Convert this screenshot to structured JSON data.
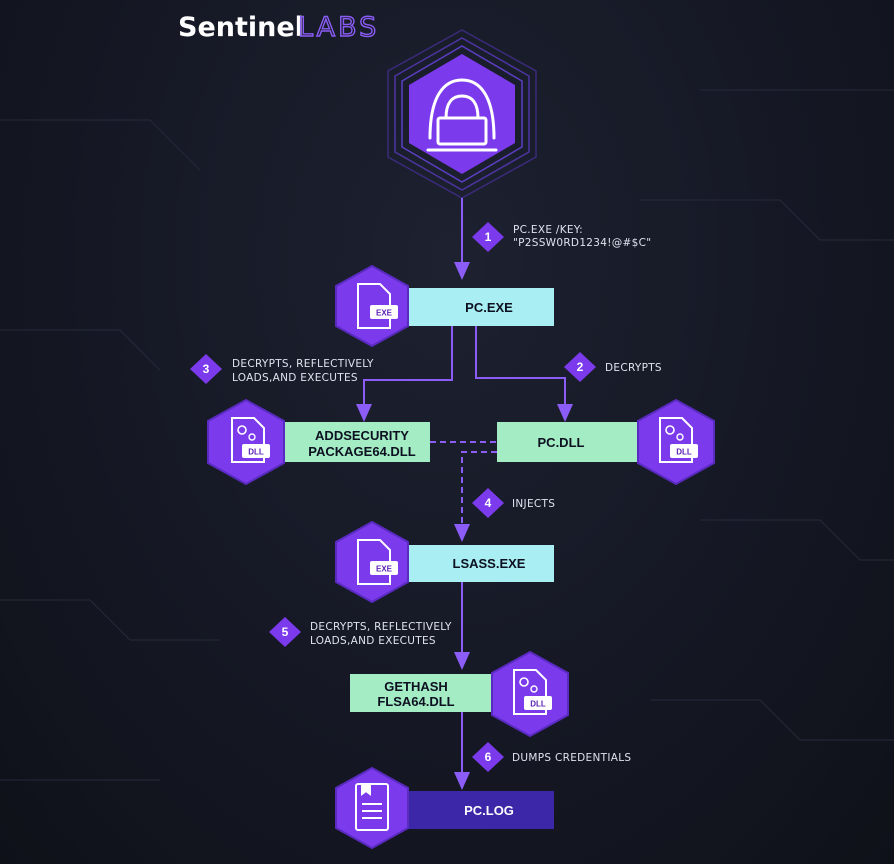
{
  "brand": {
    "name_bold": "Sentinel",
    "name_outline": "LABS"
  },
  "nodes": {
    "pc_exe": {
      "label": "PC.EXE",
      "icon_tag": "EXE"
    },
    "addsecurity_dll": {
      "label_line1": "ADDSECURITY",
      "label_line2": "PACKAGE64.DLL",
      "icon_tag": "DLL"
    },
    "pc_dll": {
      "label": "PC.DLL",
      "icon_tag": "DLL"
    },
    "lsass_exe": {
      "label": "LSASS.EXE",
      "icon_tag": "EXE"
    },
    "gethash_dll": {
      "label_line1": "GETHASH",
      "label_line2": "FLSA64.DLL",
      "icon_tag": "DLL"
    },
    "pc_log": {
      "label": "PC.LOG"
    }
  },
  "steps": [
    {
      "num": "1",
      "line1": "PC.EXE /KEY:",
      "line2": "\"P2SSW0RD1234!@#$C\""
    },
    {
      "num": "2",
      "line1": "DECRYPTS",
      "line2": ""
    },
    {
      "num": "3",
      "line1": "DECRYPTS, REFLECTIVELY",
      "line2": "LOADS,AND EXECUTES"
    },
    {
      "num": "4",
      "line1": "INJECTS",
      "line2": ""
    },
    {
      "num": "5",
      "line1": "DECRYPTS, REFLECTIVELY",
      "line2": "LOADS,AND EXECUTES"
    },
    {
      "num": "6",
      "line1": "DUMPS CREDENTIALS",
      "line2": ""
    }
  ],
  "colors": {
    "accent_purple": "#7c3aed",
    "cyan_box": "#a8eef2",
    "green_box": "#a3ecc4",
    "dark_purple_box": "#3b27a8"
  }
}
